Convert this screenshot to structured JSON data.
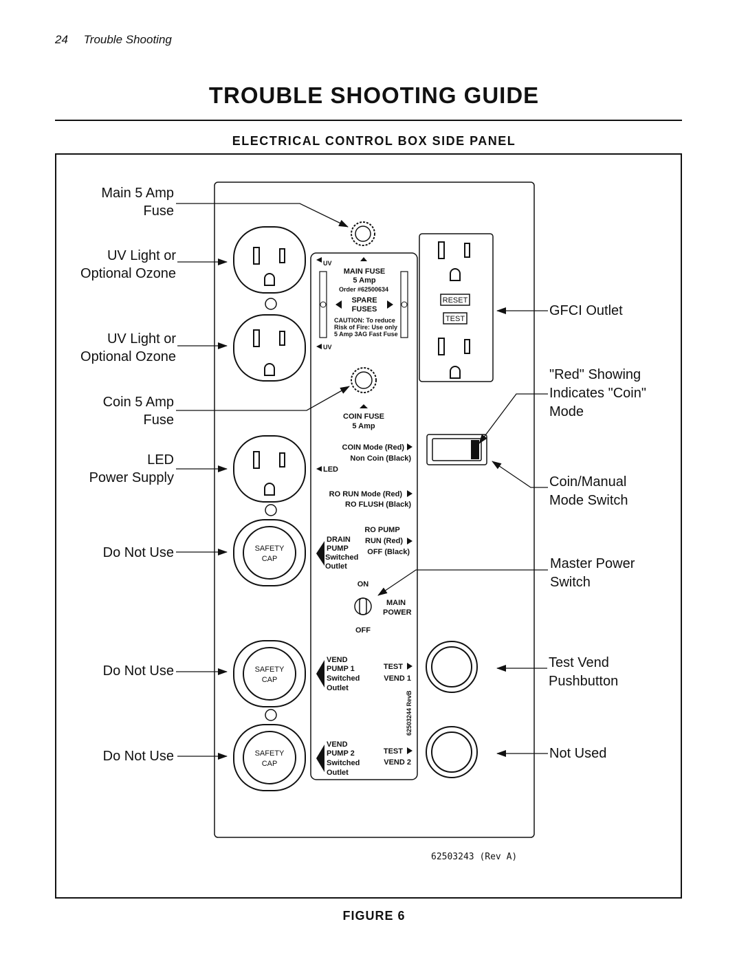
{
  "header": {
    "page_number": "24",
    "section": "Trouble   Shooting"
  },
  "title": "TROUBLE SHOOTING GUIDE",
  "subtitle": "ELECTRICAL  CONTROL  BOX  SIDE  PANEL",
  "figure_caption": "FIGURE 6",
  "callouts": {
    "main_fuse": [
      "Main 5 Amp",
      "Fuse"
    ],
    "uv1": [
      "UV Light or",
      "Optional Ozone"
    ],
    "uv2": [
      "UV Light or",
      "Optional Ozone"
    ],
    "coin_fuse": [
      "Coin 5 Amp",
      "Fuse"
    ],
    "led": [
      "LED",
      "Power Supply"
    ],
    "do_not_use_1": "Do Not Use",
    "do_not_use_2": "Do Not Use",
    "do_not_use_3": "Do Not Use",
    "gfci": "GFCI Outlet",
    "red_showing": [
      "\"Red\" Showing",
      "Indicates \"Coin\"",
      "Mode"
    ],
    "mode_switch": [
      "Coin/Manual",
      "Mode Switch"
    ],
    "master_power": [
      "Master Power",
      "Switch"
    ],
    "test_vend": [
      "Test Vend",
      "Pushbutton"
    ],
    "not_used": "Not Used"
  },
  "panel": {
    "uv_top": "UV",
    "uv_bottom": "UV",
    "main_fuse": [
      "MAIN FUSE",
      "5 Amp",
      "Order #62500634"
    ],
    "spare_fuses": [
      "SPARE",
      "FUSES"
    ],
    "caution": [
      "CAUTION: To reduce",
      "Risk of Fire: Use only",
      "5 Amp 3AG Fast Fuse"
    ],
    "coin_fuse": [
      "COIN FUSE",
      "5 Amp"
    ],
    "coin_mode": [
      "COIN Mode (Red)",
      "Non Coin (Black)"
    ],
    "led": "LED",
    "ro_run": [
      "RO RUN Mode (Red)",
      "RO FLUSH (Black)"
    ],
    "ro_pump": [
      "RO PUMP",
      "RUN (Red)",
      "OFF (Black)"
    ],
    "drain_pump": [
      "DRAIN",
      "PUMP",
      "Switched",
      "Outlet"
    ],
    "on": "ON",
    "off": "OFF",
    "main_power": [
      "MAIN",
      "POWER"
    ],
    "vend_pump_1": [
      "VEND",
      "PUMP 1",
      "Switched",
      "Outlet"
    ],
    "test_vend_1": [
      "TEST",
      "VEND 1"
    ],
    "vend_pump_2": [
      "VEND",
      "PUMP 2",
      "Switched",
      "Outlet"
    ],
    "test_vend_2": [
      "TEST",
      "VEND 2"
    ],
    "reset": "RESET",
    "test": "TEST",
    "safety_cap": [
      "SAFETY",
      "CAP"
    ],
    "part_number_small": "62503244 RevB",
    "part_number": "62503243  (Rev  A)"
  }
}
